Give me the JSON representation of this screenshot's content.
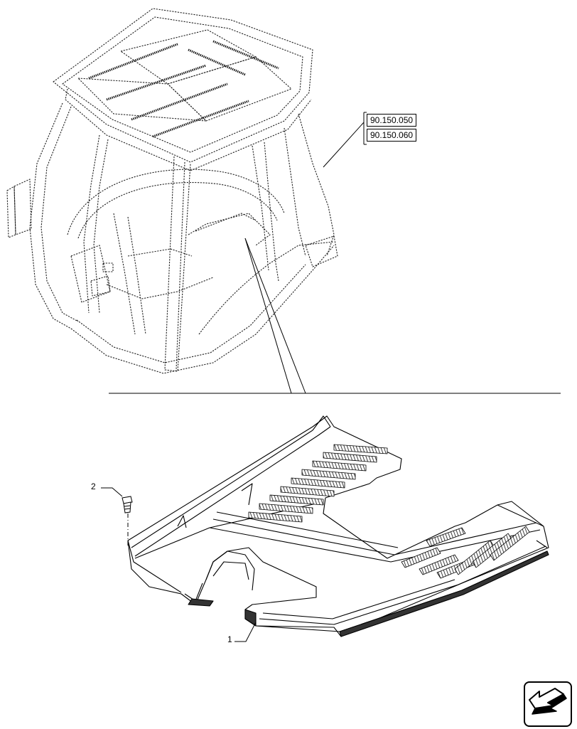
{
  "references": [
    {
      "code": "90.150.050"
    },
    {
      "code": "90.150.060"
    }
  ],
  "callouts": [
    {
      "number": "1",
      "part": "floor-mat"
    },
    {
      "number": "2",
      "part": "bolt"
    }
  ],
  "navigation": {
    "icon": "next-page-arrow-icon"
  }
}
